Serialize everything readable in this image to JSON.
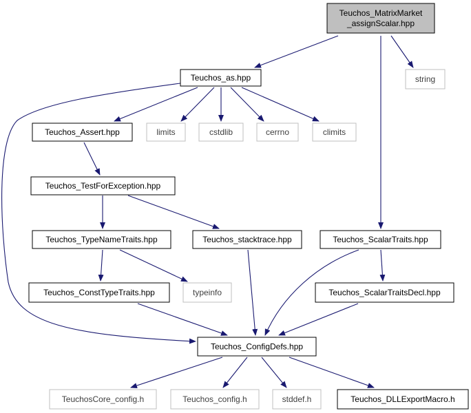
{
  "colors": {
    "edge": "#191970",
    "border_dark": "#000000",
    "border_light": "#bfbfbf",
    "text_dark": "#000000",
    "text_light": "#404040",
    "root_fill": "#bfbfbf",
    "fill": "#ffffff"
  },
  "nodes": [
    {
      "id": "root",
      "lines": [
        "Teuchos_MatrixMarket",
        "_assignScalar.hpp"
      ],
      "style": "root"
    },
    {
      "id": "as",
      "lines": [
        "Teuchos_as.hpp"
      ],
      "style": "normal"
    },
    {
      "id": "string",
      "lines": [
        "string"
      ],
      "style": "external"
    },
    {
      "id": "assert",
      "lines": [
        "Teuchos_Assert.hpp"
      ],
      "style": "normal"
    },
    {
      "id": "limits",
      "lines": [
        "limits"
      ],
      "style": "external"
    },
    {
      "id": "cstdlib",
      "lines": [
        "cstdlib"
      ],
      "style": "external"
    },
    {
      "id": "cerrno",
      "lines": [
        "cerrno"
      ],
      "style": "external"
    },
    {
      "id": "climits",
      "lines": [
        "climits"
      ],
      "style": "external"
    },
    {
      "id": "testfor",
      "lines": [
        "Teuchos_TestForException.hpp"
      ],
      "style": "normal"
    },
    {
      "id": "typename",
      "lines": [
        "Teuchos_TypeNameTraits.hpp"
      ],
      "style": "normal"
    },
    {
      "id": "stacktrace",
      "lines": [
        "Teuchos_stacktrace.hpp"
      ],
      "style": "normal"
    },
    {
      "id": "scalartraits",
      "lines": [
        "Teuchos_ScalarTraits.hpp"
      ],
      "style": "normal"
    },
    {
      "id": "consttype",
      "lines": [
        "Teuchos_ConstTypeTraits.hpp"
      ],
      "style": "normal"
    },
    {
      "id": "typeinfo",
      "lines": [
        "typeinfo"
      ],
      "style": "external"
    },
    {
      "id": "scalardecl",
      "lines": [
        "Teuchos_ScalarTraitsDecl.hpp"
      ],
      "style": "normal"
    },
    {
      "id": "configdefs",
      "lines": [
        "Teuchos_ConfigDefs.hpp"
      ],
      "style": "normal"
    },
    {
      "id": "coreconfig",
      "lines": [
        "TeuchosCore_config.h"
      ],
      "style": "external"
    },
    {
      "id": "config",
      "lines": [
        "Teuchos_config.h"
      ],
      "style": "external"
    },
    {
      "id": "stddef",
      "lines": [
        "stddef.h"
      ],
      "style": "external"
    },
    {
      "id": "dllexport",
      "lines": [
        "Teuchos_DLLExportMacro.h"
      ],
      "style": "normal"
    }
  ],
  "edges": [
    {
      "from": "root",
      "to": "as"
    },
    {
      "from": "root",
      "to": "string"
    },
    {
      "from": "root",
      "to": "scalartraits"
    },
    {
      "from": "as",
      "to": "assert"
    },
    {
      "from": "as",
      "to": "limits"
    },
    {
      "from": "as",
      "to": "cstdlib"
    },
    {
      "from": "as",
      "to": "cerrno"
    },
    {
      "from": "as",
      "to": "climits"
    },
    {
      "from": "as",
      "to": "configdefs"
    },
    {
      "from": "assert",
      "to": "testfor"
    },
    {
      "from": "testfor",
      "to": "typename"
    },
    {
      "from": "testfor",
      "to": "stacktrace"
    },
    {
      "from": "typename",
      "to": "consttype"
    },
    {
      "from": "typename",
      "to": "typeinfo"
    },
    {
      "from": "consttype",
      "to": "configdefs"
    },
    {
      "from": "stacktrace",
      "to": "configdefs"
    },
    {
      "from": "scalartraits",
      "to": "configdefs"
    },
    {
      "from": "scalartraits",
      "to": "scalardecl"
    },
    {
      "from": "scalardecl",
      "to": "configdefs"
    },
    {
      "from": "configdefs",
      "to": "coreconfig"
    },
    {
      "from": "configdefs",
      "to": "config"
    },
    {
      "from": "configdefs",
      "to": "stddef"
    },
    {
      "from": "configdefs",
      "to": "dllexport"
    }
  ]
}
